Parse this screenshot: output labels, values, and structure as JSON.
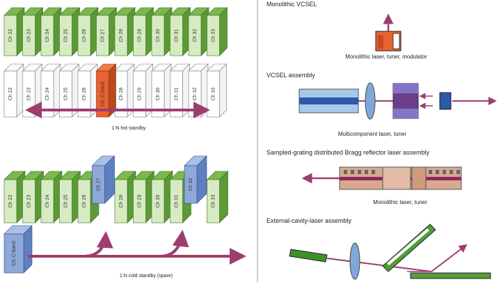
{
  "left": {
    "top_cards_labels": [
      "Ch 22",
      "Ch 23",
      "Ch 24",
      "Ch 25",
      "Ch 26",
      "Ch 27",
      "Ch 28",
      "Ch 29",
      "Ch 30",
      "Ch 31",
      "Ch 32",
      "Ch 33"
    ],
    "hot_cards_labels": [
      "Ch 22",
      "Ch 23",
      "Ch 24",
      "Ch 25",
      "Ch 26",
      "",
      "Ch 28",
      "Ch 29",
      "Ch 30",
      "Ch 31",
      "Ch 32",
      "Ch 33"
    ],
    "hot_spare_label": "C/L C-band",
    "hot_caption": "1:N hot standby",
    "cold_cards_labels": [
      "Ch 22",
      "Ch 23",
      "Ch 24",
      "Ch 25",
      "Ch 26",
      "Ch 27",
      "Ch 28",
      "Ch 29",
      "Ch 30",
      "Ch 31",
      "Ch 32",
      "Ch 33"
    ],
    "cold_spare_label": "C/L C-band",
    "cold_caption": "1:N cold standby (spare)"
  },
  "right": {
    "sections": [
      {
        "title": "Monolithic VCSEL",
        "caption": "Monolithic laser, tuner, modulator"
      },
      {
        "title": "VCSEL assembly",
        "caption": "Multicomponent laser, tuner"
      },
      {
        "title": "Sampled-grating distributed Bragg reflector laser assembly",
        "caption": "Monolithic laser, tuner"
      },
      {
        "title": "External-cavity-laser assembly",
        "caption": ""
      }
    ]
  },
  "colors": {
    "green_front": "#d7ebc2",
    "green_side": "#5b9a35",
    "green_top": "#7bb84e",
    "blue_front": "#8ea9d8",
    "blue_side": "#5f7fc0",
    "orange": "#e8632f",
    "arrow": "#9c3e6f",
    "gray": "#999999"
  }
}
